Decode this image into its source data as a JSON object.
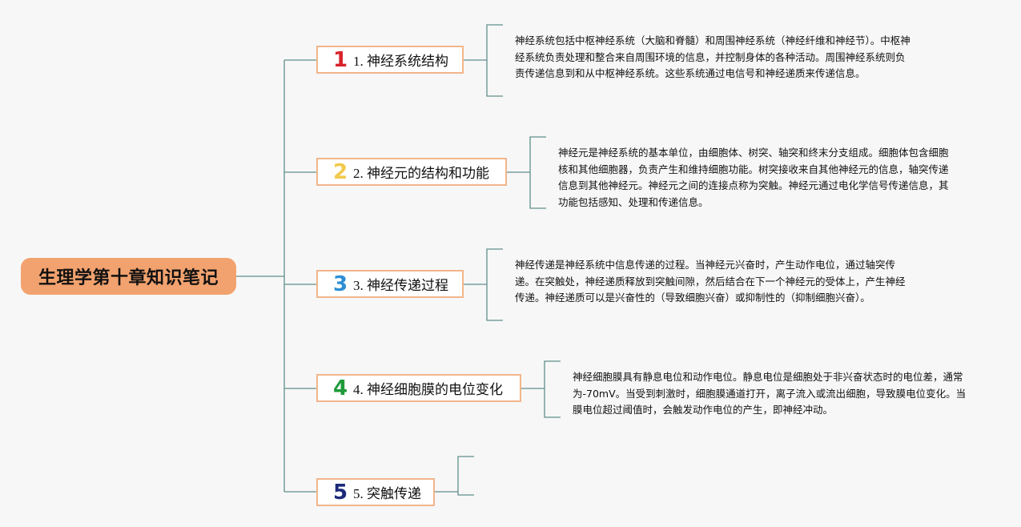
{
  "root": {
    "title": "生理学第十章知识笔记"
  },
  "topics": [
    {
      "number": "1",
      "number_color": "#d8232a",
      "label": "1. 神经系统结构",
      "note": "神经系统包括中枢神经系统（大脑和脊髓）和周围神经系统（神经纤维和神经节）。中枢神经系统负责处理和整合来自周围环境的信息，并控制身体的各种活动。周围神经系统则负责传递信息到和从中枢神经系统。这些系统通过电信号和神经递质来传递信息。"
    },
    {
      "number": "2",
      "number_color": "#f2c94c",
      "label": "2. 神经元的结构和功能",
      "note": "神经元是神经系统的基本单位，由细胞体、树突、轴突和终末分支组成。细胞体包含细胞核和其他细胞器，负责产生和维持细胞功能。树突接收来自其他神经元的信息，轴突传递信息到其他神经元。神经元之间的连接点称为突触。神经元通过电化学信号传递信息，其功能包括感知、处理和传递信息。"
    },
    {
      "number": "3",
      "number_color": "#2d8fd5",
      "label": "3. 神经传递过程",
      "note": "神经传递是神经系统中信息传递的过程。当神经元兴奋时，产生动作电位，通过轴突传递。在突触处，神经递质释放到突触间隙，然后结合在下一个神经元的受体上，产生神经传递。神经递质可以是兴奋性的（导致细胞兴奋）或抑制性的（抑制细胞兴奋）。"
    },
    {
      "number": "4",
      "number_color": "#1f9a3a",
      "label": "4. 神经细胞膜的电位变化",
      "note": "神经细胞膜具有静息电位和动作电位。静息电位是细胞处于非兴奋状态时的电位差，通常为-70mV。当受到刺激时，细胞膜通道打开，离子流入或流出细胞，导致膜电位变化。当膜电位超过阈值时，会触发动作电位的产生，即神经冲动。"
    },
    {
      "number": "5",
      "number_color": "#1c2a7a",
      "label": "5. 突触传递",
      "note": ""
    }
  ]
}
